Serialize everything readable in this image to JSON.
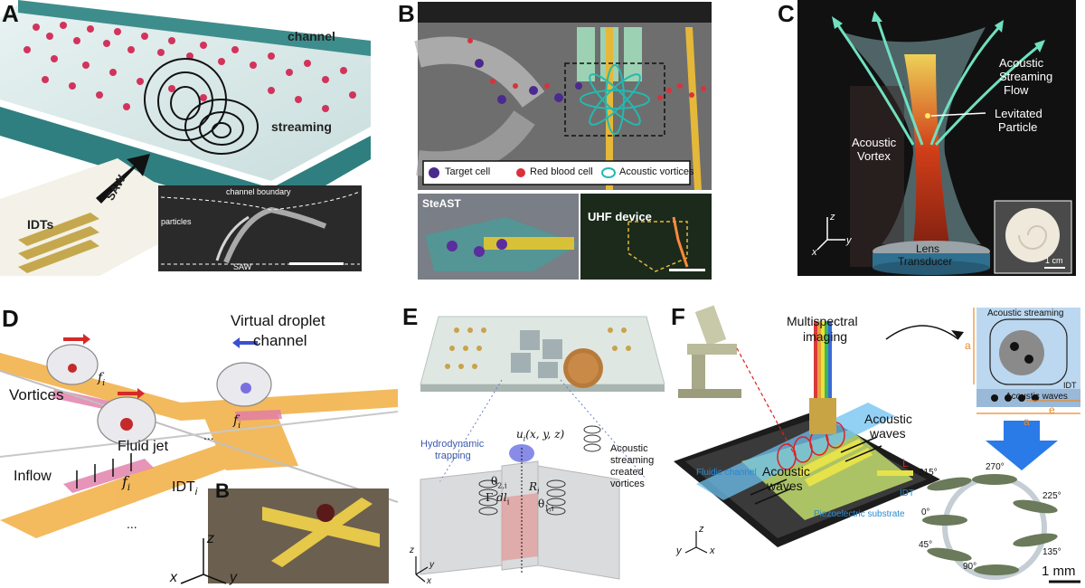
{
  "panels": {
    "a": {
      "label": "A",
      "channel": "channel",
      "streaming": "streaming",
      "saw": "SAW",
      "idts": "IDTs",
      "inset": {
        "boundary": "channel boundary",
        "particles": "particles",
        "saw": "SAW"
      }
    },
    "b": {
      "label": "B",
      "legend": {
        "target_cell": "Target cell",
        "rbc": "Red blood cell",
        "vortices": "Acoustic vortices"
      },
      "steast": "SteAST",
      "uhf": "UHF device"
    },
    "c": {
      "label": "C",
      "streaming_flow_1": "Acoustic",
      "streaming_flow_2": "Streaming",
      "streaming_flow_3": "Flow",
      "levitated_1": "Levitated",
      "levitated_2": "Particle",
      "vortex_1": "Acoustic",
      "vortex_2": "Vortex",
      "lens": "Lens",
      "transducer": "Transducer",
      "scale": "1 cm",
      "axes": {
        "z": "z",
        "x": "x",
        "y": "y"
      }
    },
    "d": {
      "label": "D",
      "virtual_1": "Virtual droplet",
      "virtual_2": "channel",
      "vortices": "Vortices",
      "fluid_jet": "Fluid jet",
      "inflow": "Inflow",
      "idt": "IDT",
      "idt_sub": "i",
      "f": "f",
      "f_sub": "i",
      "dots": "...",
      "inset_label": "B",
      "axes": {
        "z": "z",
        "x": "x",
        "y": "y"
      }
    },
    "e": {
      "label": "E",
      "hydro_1": "Hydrodynamic",
      "hydro_2": "trapping",
      "acoustic_1": "Acoustic",
      "acoustic_2": "streaming",
      "acoustic_3": "created",
      "acoustic_4": "vortices",
      "u": "u",
      "u_sub": "i",
      "u_args": "(x, y, z)",
      "theta2": "θ",
      "theta2_sub": "2,i",
      "theta1": "θ",
      "theta1_sub": "1,i",
      "gamma": "Γ",
      "dl": "dl",
      "dl_sub": "i",
      "r": "R",
      "r_sub": "i",
      "axes": {
        "z": "z",
        "y": "y",
        "x": "x"
      }
    },
    "f": {
      "label": "F",
      "multispectral_1": "Multispectral",
      "multispectral_2": "imaging",
      "acoustic_waves": "Acoustic waves",
      "acoustic_1": "Acoustic",
      "waves": "waves",
      "fluidic": "Fluidic channel",
      "idt": "IDT",
      "l": "L",
      "piezo": "Piezoelectric substrate",
      "inset": {
        "streaming": "Acoustic streaming",
        "waves": "Acoustic waves",
        "idt": "IDT",
        "a": "a",
        "e": "e"
      },
      "angles": [
        "315°",
        "270°",
        "225°",
        "0°",
        "135°",
        "45°",
        "90°"
      ],
      "scale": "1 mm",
      "axes": {
        "z": "z",
        "y": "y",
        "x": "x"
      }
    }
  }
}
